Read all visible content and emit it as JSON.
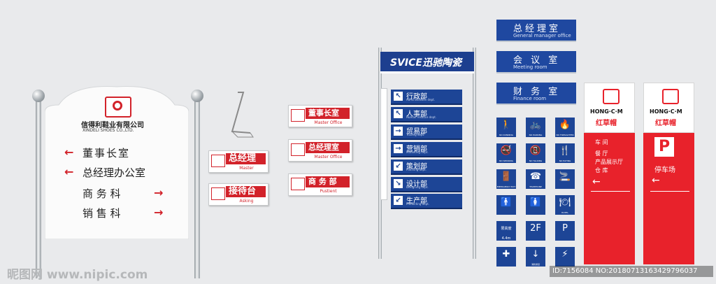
{
  "main_sign": {
    "company_cn": "信得利鞋业有限公司",
    "company_en": "XINDELI SHOES CO.,LTD.",
    "rows": [
      {
        "label": "董事长室",
        "arrow": "←"
      },
      {
        "label": "总经理办公室",
        "arrow": "←"
      },
      {
        "label": "商 务 科",
        "arrow": "→"
      },
      {
        "label": "销 售 科",
        "arrow": "→"
      }
    ]
  },
  "desk_signs": [
    {
      "label": "总经理",
      "sub": "Master"
    },
    {
      "label": "接待台",
      "sub": "Asking"
    }
  ],
  "wall_plates": [
    {
      "label": "董事长室",
      "sub": "Master Office"
    },
    {
      "label": "总经理室",
      "sub": "Master Office"
    },
    {
      "label": "商 务 部",
      "sub": "Pustient"
    }
  ],
  "directory": {
    "brand": "SVICE迅驰陶瓷",
    "rows": [
      {
        "cn": "行政部",
        "en": "Administration dept.",
        "arrow": "↖"
      },
      {
        "cn": "人事部",
        "en": "Human resouce dept.",
        "arrow": "↖"
      },
      {
        "cn": "贸易部",
        "en": "Trading dept.",
        "arrow": "→"
      },
      {
        "cn": "营销部",
        "en": "Marketing dept.",
        "arrow": "→"
      },
      {
        "cn": "策划部",
        "en": "Planning dept.",
        "arrow": "↙"
      },
      {
        "cn": "设计部",
        "en": "Designing dept.",
        "arrow": "↘"
      },
      {
        "cn": "生产部",
        "en": "Producting dept.",
        "arrow": "↙"
      }
    ]
  },
  "room_plates": [
    {
      "cn": "总经理室",
      "en": "General manager office"
    },
    {
      "cn": "会 议 室",
      "en": "Meeting room"
    },
    {
      "cn": "财 务 室",
      "en": "Finance room"
    }
  ],
  "icons": [
    {
      "glyph": "🚶",
      "caption": "NO RUNNING"
    },
    {
      "glyph": "🚲",
      "caption": "NO PARKING"
    },
    {
      "glyph": "🔥",
      "caption": "NO FIRELIGHTER"
    },
    {
      "glyph": "🚭",
      "caption": "NO SMOKING"
    },
    {
      "glyph": "📵",
      "caption": "NO TALKING"
    },
    {
      "glyph": "🍴",
      "caption": "NO EATING"
    },
    {
      "glyph": "🚪",
      "caption": "EMERGENCY EXIT"
    },
    {
      "glyph": "☎",
      "caption": "TELEPHONE"
    },
    {
      "glyph": "🚬",
      "caption": ""
    },
    {
      "glyph": "🚹",
      "caption": ""
    },
    {
      "glyph": "🚺",
      "caption": ""
    },
    {
      "glyph": "🍽",
      "caption": "HOTEL"
    },
    {
      "glyph": "限高度 4.4m",
      "caption": ""
    },
    {
      "glyph": "2F",
      "caption": ""
    },
    {
      "glyph": "P",
      "caption": ""
    },
    {
      "glyph": "✚",
      "caption": ""
    },
    {
      "glyph": "↓",
      "caption": "消防通道"
    },
    {
      "glyph": "⚡",
      "caption": ""
    }
  ],
  "stand_left": {
    "brand": "HONG·C·M",
    "brand_cn": "红草帽",
    "items": [
      "车    间",
      "餐    厅",
      "产品展示厅",
      "仓    库"
    ],
    "arrow": "←"
  },
  "stand_right": {
    "brand": "HONG·C·M",
    "brand_cn": "红草帽",
    "p": "P",
    "label": "停车场",
    "arrow": "←"
  },
  "watermark": {
    "site": "昵图网 www.nipic.com",
    "id": "ID:7156084 NO:20180713163429796037"
  },
  "colors": {
    "red": "#d2222a",
    "blue": "#1d4596",
    "bg": "#e9eaec"
  }
}
